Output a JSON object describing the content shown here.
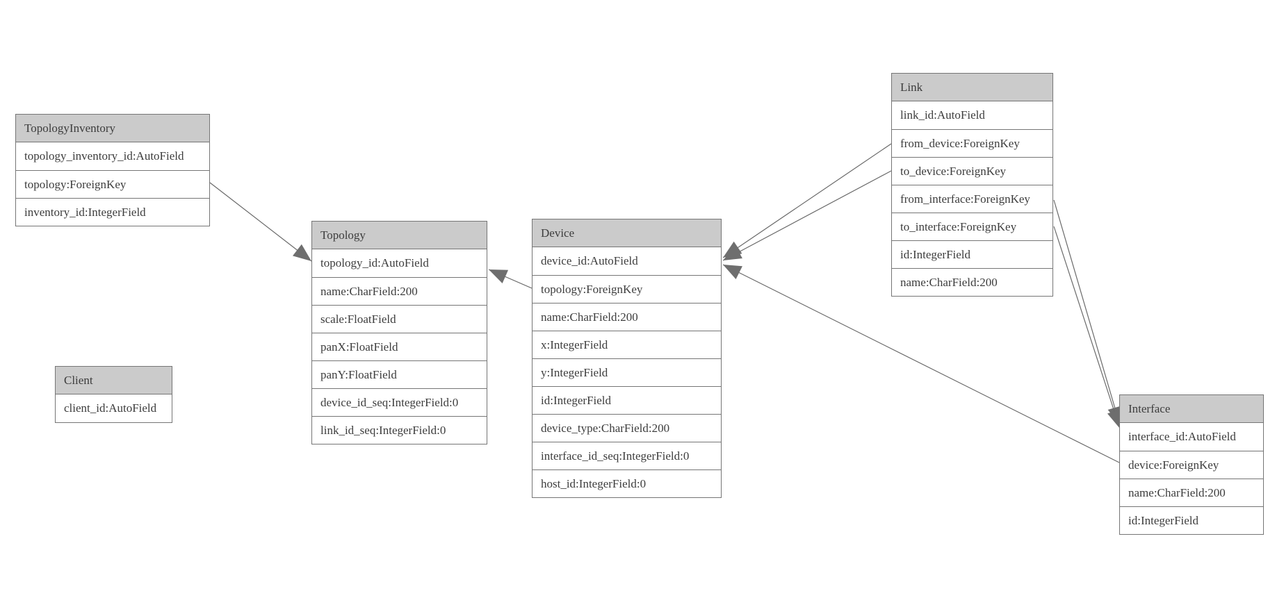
{
  "diagram": {
    "type": "entity-relationship-model-graph",
    "colors": {
      "background": "#ffffff",
      "header_fill": "#cbcbcb",
      "row_fill": "#ffffff",
      "border": "#757575",
      "text": "#3d3d3d",
      "edge_line": "#696969",
      "arrowhead": "#6e6e6e"
    },
    "entities": [
      {
        "title": "TopologyInventory",
        "fields": [
          "topology_inventory_id:AutoField",
          "topology:ForeignKey",
          "inventory_id:IntegerField"
        ]
      },
      {
        "title": "Topology",
        "fields": [
          "topology_id:AutoField",
          "name:CharField:200",
          "scale:FloatField",
          "panX:FloatField",
          "panY:FloatField",
          "device_id_seq:IntegerField:0",
          "link_id_seq:IntegerField:0"
        ]
      },
      {
        "title": "Client",
        "fields": [
          "client_id:AutoField"
        ]
      },
      {
        "title": "Device",
        "fields": [
          "device_id:AutoField",
          "topology:ForeignKey",
          "name:CharField:200",
          "x:IntegerField",
          "y:IntegerField",
          "id:IntegerField",
          "device_type:CharField:200",
          "interface_id_seq:IntegerField:0",
          "host_id:IntegerField:0"
        ]
      },
      {
        "title": "Link",
        "fields": [
          "link_id:AutoField",
          "from_device:ForeignKey",
          "to_device:ForeignKey",
          "from_interface:ForeignKey",
          "to_interface:ForeignKey",
          "id:IntegerField",
          "name:CharField:200"
        ]
      },
      {
        "title": "Interface",
        "fields": [
          "interface_id:AutoField",
          "device:ForeignKey",
          "name:CharField:200",
          "id:IntegerField"
        ]
      }
    ],
    "relations": [
      {
        "from": "TopologyInventory.topology",
        "to": "Topology.topology_id"
      },
      {
        "from": "Device.topology",
        "to": "Topology.topology_id"
      },
      {
        "from": "Link.from_device",
        "to": "Device.device_id"
      },
      {
        "from": "Link.to_device",
        "to": "Device.device_id"
      },
      {
        "from": "Link.from_interface",
        "to": "Interface.interface_id"
      },
      {
        "from": "Link.to_interface",
        "to": "Interface.interface_id"
      },
      {
        "from": "Interface.device",
        "to": "Device.device_id"
      }
    ]
  }
}
